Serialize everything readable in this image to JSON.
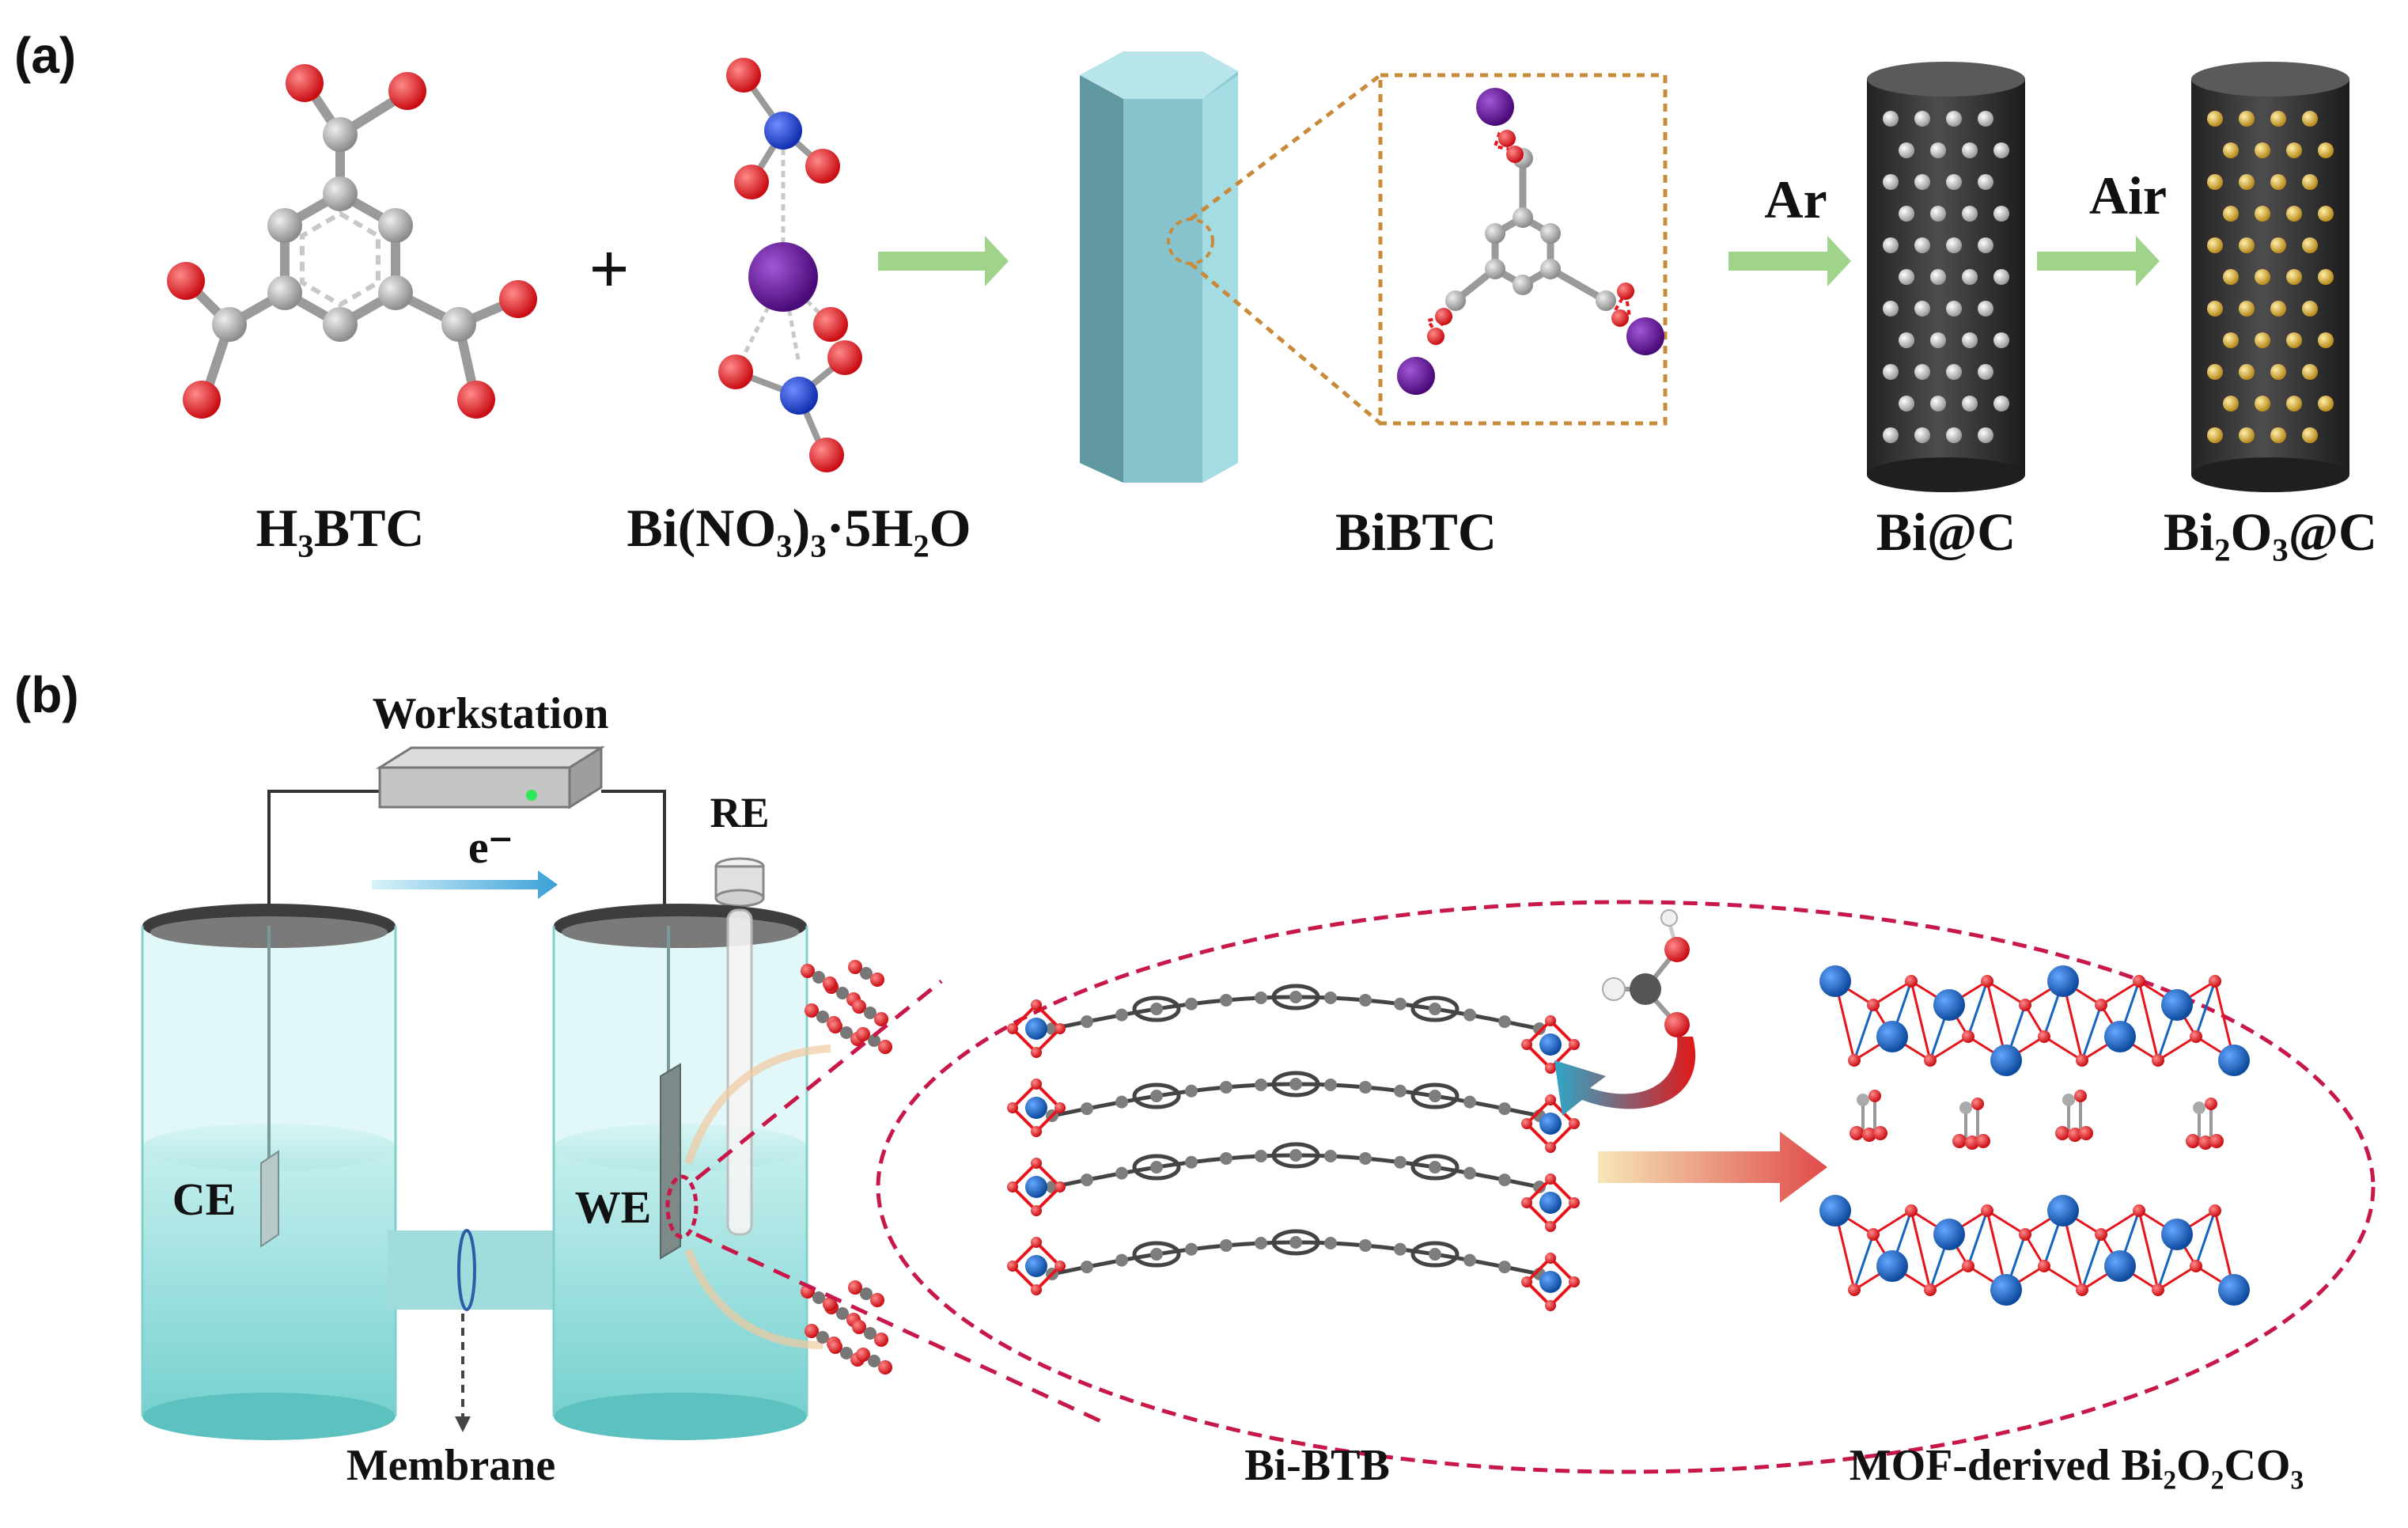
{
  "panel_a": {
    "label": "(a)",
    "plus": "+",
    "h3btc_label": "H₃BTC",
    "bi_nitrate_label": "Bi(NO₃)₃·5H₂O",
    "bibtc_label": "BiBTC",
    "ar_label": "Ar",
    "air_label": "Air",
    "bi_c_label": "Bi@C",
    "bi2o3_c_label": "Bi₂O₃@C"
  },
  "panel_b": {
    "label": "(b)",
    "workstation_label": "Workstation",
    "electron_label": "e⁻",
    "re_label": "RE",
    "ce_label": "CE",
    "we_label": "WE",
    "membrane_label": "Membrane",
    "bibtb_label": "Bi-BTB",
    "mof_derived_label": "MOF-derived Bi₂O₂CO₃"
  },
  "colors": {
    "oxygen": "#e8141c",
    "carbon": "#a8a8a8",
    "nitrogen": "#1a3fd6",
    "bismuth_a": "#6a1799",
    "bismuth_b": "#1565c0",
    "hex_prism": "#8cc9d2",
    "electrolyte": "#a6e3e1",
    "arrow_green": "#9fd48a",
    "dashed_red": "#c8184a",
    "gold_dot": "#e5c050",
    "dark_cylinder": "#3a3a3a"
  }
}
